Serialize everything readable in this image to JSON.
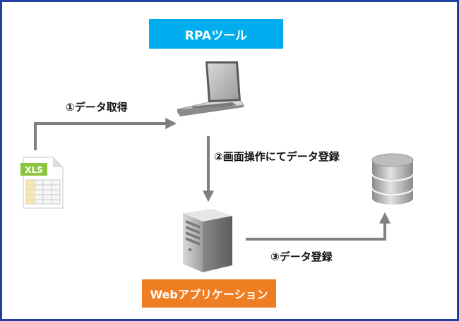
{
  "nodes": {
    "rpa_tool": "RPAツール",
    "web_app": "Webアプリケーション"
  },
  "steps": {
    "step1": "①データ取得",
    "step2": "②画面操作にてデータ登録",
    "step3": "③データ登録"
  },
  "icons": {
    "spreadsheet": {
      "name": "xls-file-icon",
      "badge": "XLS"
    },
    "laptop": "laptop-icon",
    "server": "server-tower-icon",
    "database": "database-icon"
  },
  "colors": {
    "frame": "#1f3fa3",
    "rpa_box": "#00aeef",
    "web_box": "#ef7d22",
    "arrow": "#808080"
  }
}
